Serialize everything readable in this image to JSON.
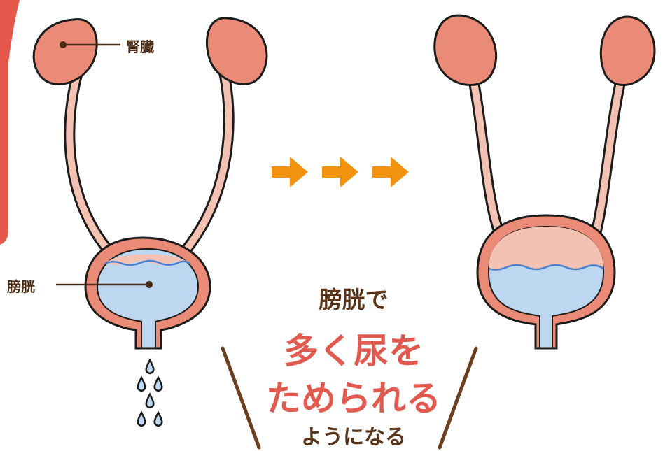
{
  "labels": {
    "kidney": "腎臓",
    "bladder": "膀胱"
  },
  "caption": {
    "line1": "膀胱で",
    "line2": "多く尿を",
    "line3": "ためられる",
    "line4": "ようになる"
  },
  "colors": {
    "outline": "#1b1b1b",
    "kidney_fill": "#e98b76",
    "ureter_fill": "#f4c2b3",
    "bladder_wall": "#e98b76",
    "urine": "#bcd7ef",
    "bladder_air": "#f4c2b3",
    "water_line": "#4a7fd0",
    "arrow": "#f29310",
    "label_text": "#4a2a12",
    "highlight_text": "#e25a4f",
    "bracket": "#6b3f1f",
    "left_edge_accent": "#e4574b"
  },
  "icons": {
    "arrows": "right-arrow-icon",
    "drops": "water-drop-icon"
  }
}
